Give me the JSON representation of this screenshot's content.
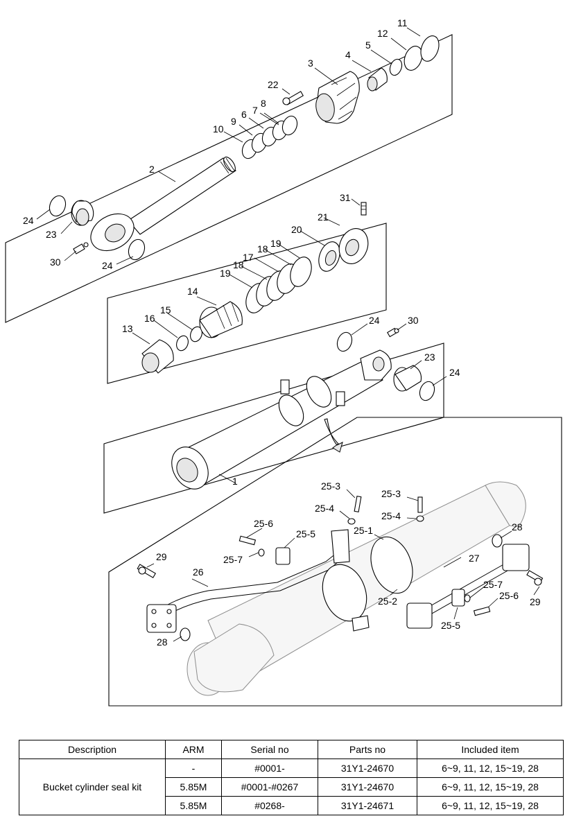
{
  "labels": {
    "p1": "1",
    "p2": "2",
    "p3": "3",
    "p4": "4",
    "p5": "5",
    "p6": "6",
    "p7": "7",
    "p8": "8",
    "p9": "9",
    "p10": "10",
    "p11": "11",
    "p12": "12",
    "p13": "13",
    "p14": "14",
    "p15": "15",
    "p16": "16",
    "p17": "17",
    "p18a": "18",
    "p18b": "18",
    "p19a": "19",
    "p19b": "19",
    "p20": "20",
    "p21": "21",
    "p22": "22",
    "p23a": "23",
    "p23b": "23",
    "p24a": "24",
    "p24b": "24",
    "p24c": "24",
    "p24d": "24",
    "p30a": "30",
    "p30b": "30",
    "p31": "31",
    "p25_1": "25-1",
    "p25_2": "25-2",
    "p25_3a": "25-3",
    "p25_3b": "25-3",
    "p25_4a": "25-4",
    "p25_4b": "25-4",
    "p25_5a": "25-5",
    "p25_5b": "25-5",
    "p25_6a": "25-6",
    "p25_6b": "25-6",
    "p25_7a": "25-7",
    "p25_7b": "25-7",
    "p26": "26",
    "p27": "27",
    "p28a": "28",
    "p28b": "28",
    "p29a": "29",
    "p29b": "29"
  },
  "table": {
    "headers": [
      "Description",
      "ARM",
      "Serial no",
      "Parts no",
      "Included item"
    ],
    "description": "Bucket cylinder seal kit",
    "rows": [
      {
        "arm": "-",
        "serial": "#0001-",
        "parts": "31Y1-24670",
        "included": "6~9, 11, 12, 15~19, 28"
      },
      {
        "arm": "5.85M",
        "serial": "#0001-#0267",
        "parts": "31Y1-24670",
        "included": "6~9, 11, 12, 15~19, 28"
      },
      {
        "arm": "5.85M",
        "serial": "#0268-",
        "parts": "31Y1-24671",
        "included": "6~9, 11, 12, 15~19, 28"
      }
    ]
  }
}
